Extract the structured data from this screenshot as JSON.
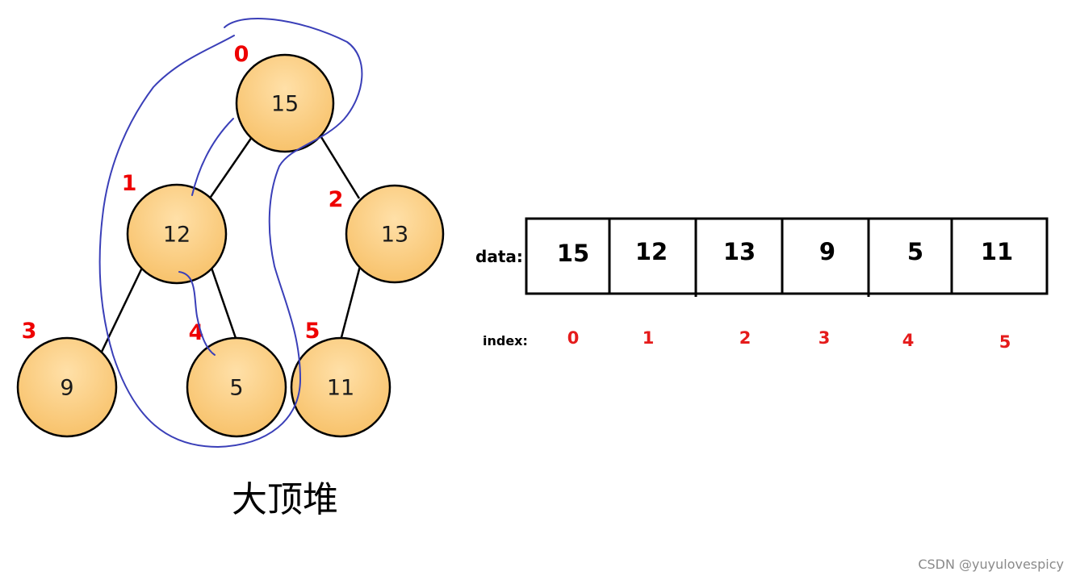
{
  "heap": {
    "caption": "大顶堆",
    "nodes": [
      {
        "value": "15",
        "index": "0"
      },
      {
        "value": "12",
        "index": "1"
      },
      {
        "value": "13",
        "index": "2"
      },
      {
        "value": "9",
        "index": "3"
      },
      {
        "value": "5",
        "index": "4"
      },
      {
        "value": "11",
        "index": "5"
      }
    ],
    "colors": {
      "node_fill_light": "#ffe0a8",
      "node_fill_dark": "#f7c067",
      "node_stroke": "#000000",
      "index_text": "#ee0000",
      "annotation_stroke": "#3a3fb8"
    }
  },
  "array": {
    "data_label": "data:",
    "index_label": "index:",
    "values": [
      "15",
      "12",
      "13",
      "9",
      "5",
      "11"
    ],
    "indices": [
      "0",
      "1",
      "2",
      "3",
      "4",
      "5"
    ],
    "index_color": "#e51b1b"
  },
  "watermark": "CSDN @yuyulovespicy"
}
